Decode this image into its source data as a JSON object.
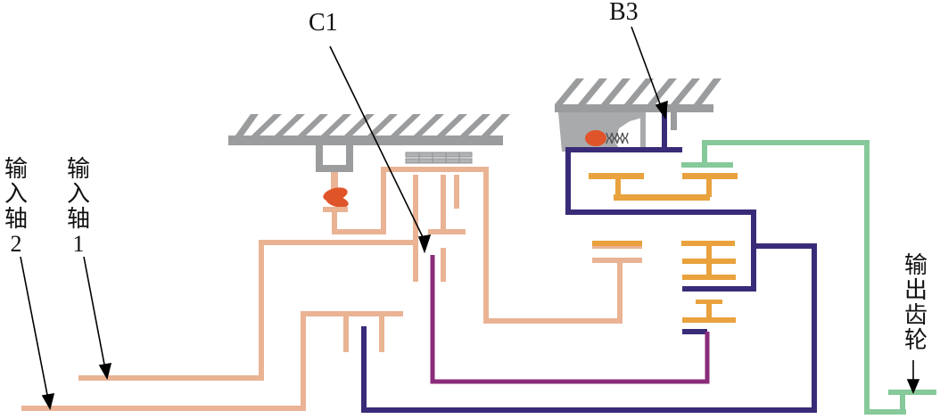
{
  "labels": {
    "c1": "C1",
    "b3": "B3",
    "input_shaft_2": "输入轴2",
    "input_shaft_1": "输入轴1",
    "output_gear": "输出齿轮"
  },
  "colors": {
    "housing": "#9a9c9e",
    "shaft_tan": "#eab394",
    "shaft_navy": "#3a2b78",
    "shaft_purple": "#8a2c79",
    "gear_orange": "#e9a23d",
    "output_green": "#86c99a",
    "spring_red": "#e0542a"
  }
}
